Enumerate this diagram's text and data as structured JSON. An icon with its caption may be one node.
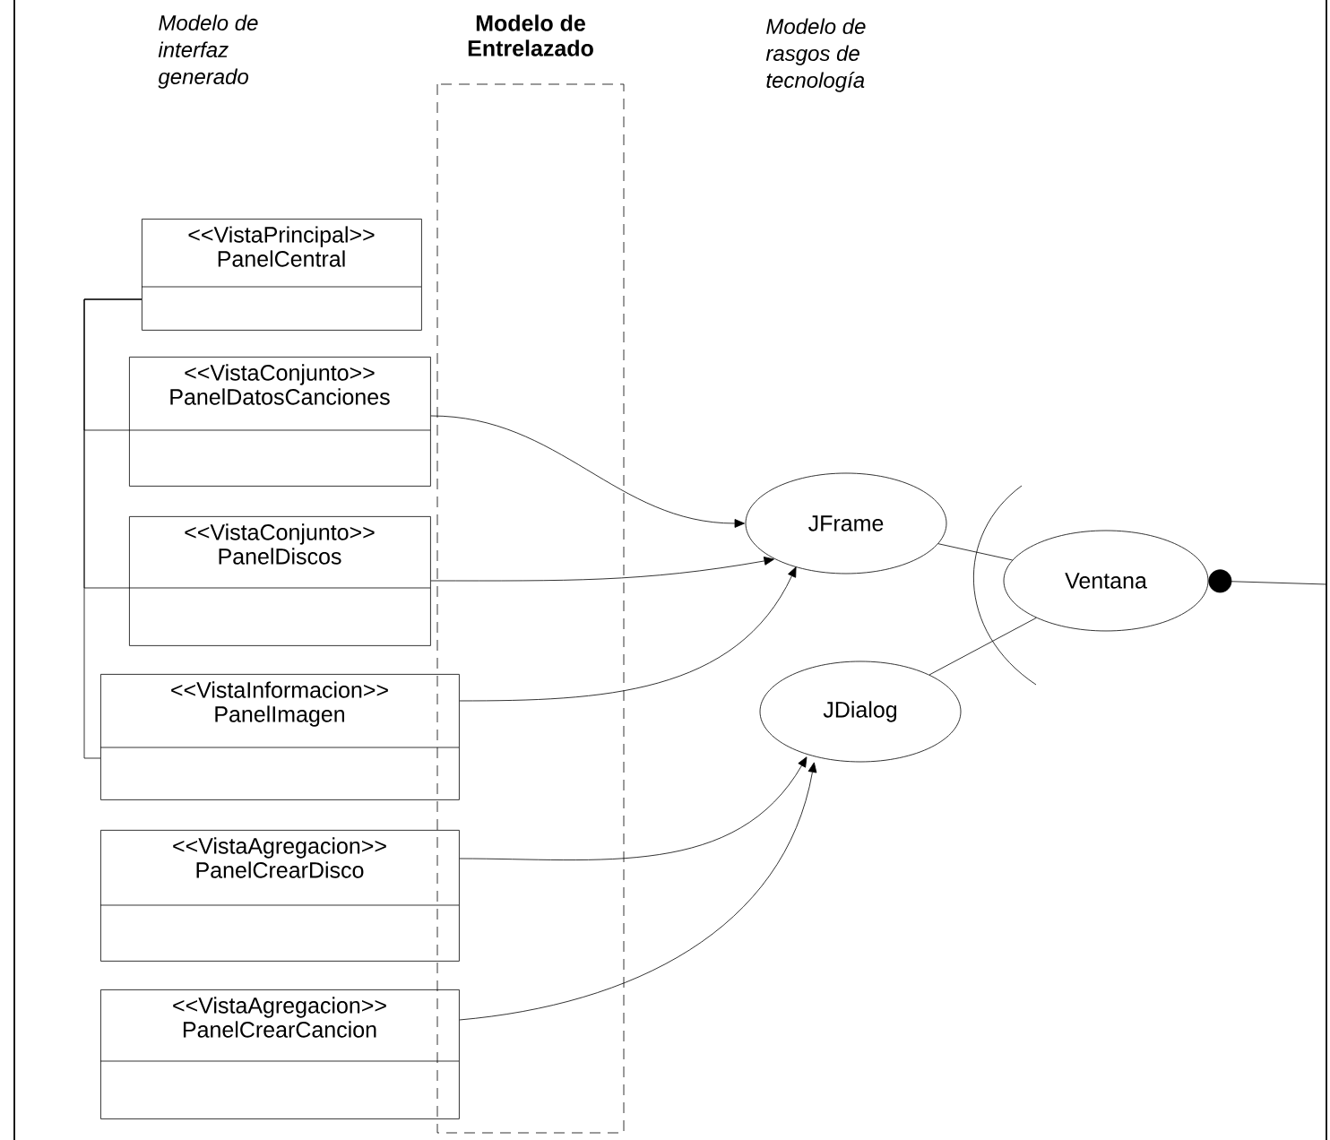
{
  "diagram": {
    "nodes": [
      {
        "text": [
          "<<VistaPrincipal>>",
          "PanelCentral"
        ]
      },
      {
        "text": [
          "<<VistaConjunto>>",
          "PanelDatosCanciones"
        ]
      },
      {
        "text": [
          "<<VistaConjunto>>",
          "PanelDiscos"
        ]
      },
      {
        "text": [
          "<<VistaInformacion>>",
          "PanelImagen"
        ]
      },
      {
        "text": [
          "<<VistaAgregacion>>",
          "PanelCrearDisco"
        ]
      },
      {
        "text": [
          "<<VistaAgregacion>>",
          "PanelCrearCancion"
        ]
      },
      {
        "text": [
          "JFrame"
        ]
      },
      {
        "text": [
          "JDialog"
        ]
      },
      {
        "text": [
          "Ventana"
        ]
      }
    ],
    "edges": [
      {
        "from": 0,
        "to": 1,
        "arrow": "none"
      },
      {
        "from": 0,
        "to": 2,
        "arrow": "none"
      },
      {
        "from": 0,
        "to": 3,
        "arrow": "none"
      },
      {
        "from": 1,
        "to": 6,
        "arrow": "to"
      },
      {
        "from": 2,
        "to": 6,
        "arrow": "to"
      },
      {
        "from": 3,
        "to": 6,
        "arrow": "to"
      },
      {
        "from": 4,
        "to": 7,
        "arrow": "to"
      },
      {
        "from": 5,
        "to": 7,
        "arrow": "to"
      },
      {
        "from": 6,
        "to": 8,
        "arrow": "none"
      },
      {
        "from": 7,
        "to": 8,
        "arrow": "none"
      },
      {
        "from": 8,
        "to": null,
        "arrow": "other"
      }
    ],
    "labels": [
      "Modelo de interfaz generado",
      "Modelo de Entrelazado",
      "Modelo de rasgos de tecnología"
    ]
  }
}
